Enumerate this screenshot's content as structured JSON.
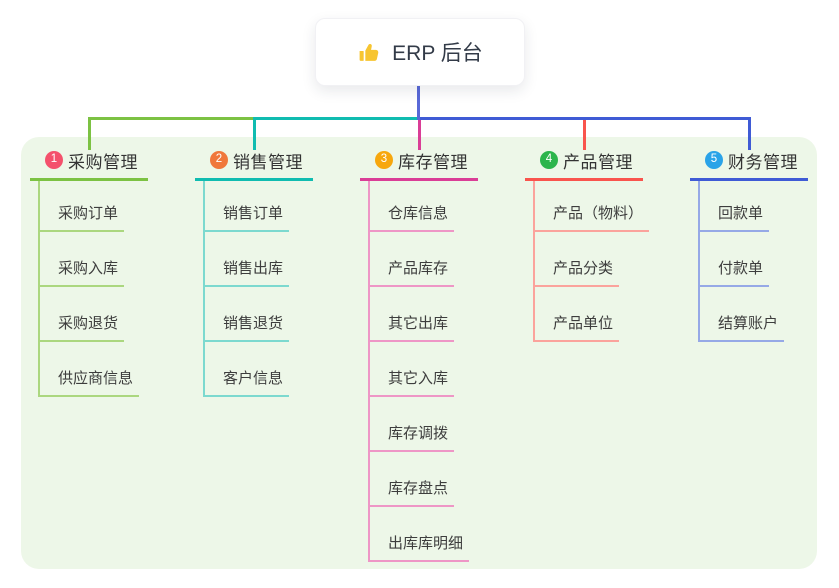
{
  "root": {
    "label": "ERP 后台",
    "icon": "thumbs-up-icon"
  },
  "branches": [
    {
      "badge": "1",
      "title": "采购管理",
      "badge_color": "#f4516c",
      "line_color": "#7cc243",
      "item_line_color": "#abd77f",
      "items": [
        "采购订单",
        "采购入库",
        "采购退货",
        "供应商信息"
      ]
    },
    {
      "badge": "2",
      "title": "销售管理",
      "badge_color": "#f0773b",
      "line_color": "#10bcb0",
      "item_line_color": "#7cd9cf",
      "items": [
        "销售订单",
        "销售出库",
        "销售退货",
        "客户信息"
      ]
    },
    {
      "badge": "3",
      "title": "库存管理",
      "badge_color": "#f7a70d",
      "line_color": "#da3e96",
      "item_line_color": "#ee96c6",
      "items": [
        "仓库信息",
        "产品库存",
        "其它出库",
        "其它入库",
        "库存调拨",
        "库存盘点",
        "出库库明细"
      ]
    },
    {
      "badge": "4",
      "title": "产品管理",
      "badge_color": "#2cb54c",
      "line_color": "#f9544d",
      "item_line_color": "#fba39c",
      "items": [
        "产品（物料）",
        "产品分类",
        "产品单位"
      ]
    },
    {
      "badge": "5",
      "title": "财务管理",
      "badge_color": "#2aa3e8",
      "line_color": "#3f5bd5",
      "item_line_color": "#96a9e6",
      "items": [
        "回款单",
        "付款单",
        "结算账户"
      ]
    }
  ],
  "colors": {
    "panel_bg": "#edf7e8",
    "root_stub": "#5969d8",
    "root_text": "#333b48",
    "thumb_icon": "#f7c531"
  }
}
